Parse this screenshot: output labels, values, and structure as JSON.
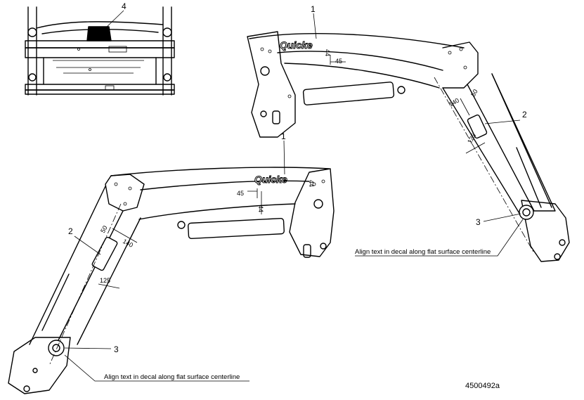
{
  "callouts": {
    "top_view": "4",
    "right_brand_decal": "1",
    "right_side_decal": "2",
    "right_pivot_decal": "3",
    "left_brand_decal": "1",
    "left_side_decal": "2",
    "left_pivot_decal": "3"
  },
  "dimensions": {
    "right_arm": {
      "d45": "45",
      "d44": "44",
      "d50": "50",
      "d140": "140",
      "d125": "125"
    },
    "left_arm": {
      "d45": "45",
      "d44": "44",
      "d50": "50",
      "d140": "140",
      "d125": "125"
    }
  },
  "decals": {
    "brand_text": "Quicke"
  },
  "notes": {
    "right_note": "Align text in decal along flat surface centerline",
    "left_note": "Align text in decal along flat surface centerline"
  },
  "figure_id": "4500492a"
}
